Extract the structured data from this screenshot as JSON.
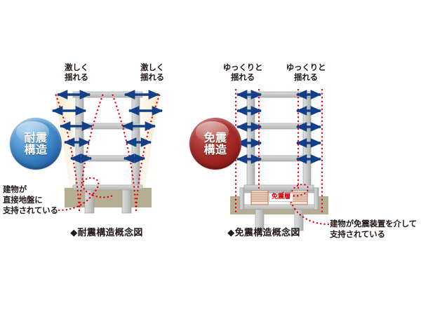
{
  "figure": {
    "title_alt": "耐震構造・免震構造 概念図",
    "background": "#ffffff"
  },
  "colors": {
    "arrow_blue": "#123f86",
    "dotted_red": "#e60012",
    "ground": "#b6ae92",
    "concrete": "#c9caca",
    "concrete_dark": "#9fa0a0",
    "sway_band": "#fbeccd",
    "badge_blue": "#2d6fb4",
    "badge_red": "#96201d",
    "text": "#231815",
    "isolator": "#e8a87c"
  },
  "left_panel": {
    "badge": {
      "label": "耐震\n構造",
      "type": "quake-resistant"
    },
    "shake_labels": [
      {
        "text": "激しく\n揺れる"
      },
      {
        "text": "激しく\n揺れる"
      }
    ],
    "note": "建物が\n直接地盤に\n支持されている",
    "caption": "◆耐震構造概念図",
    "floors": 3,
    "arrow_count": 5
  },
  "right_panel": {
    "badge": {
      "label": "免震\n構造",
      "type": "base-isolated"
    },
    "shake_labels": [
      {
        "text": "ゆっくりと\n揺れる"
      },
      {
        "text": "ゆっくりと\n揺れる"
      }
    ],
    "note": "建物が免震装置を介して\n支持されている",
    "caption": "◆免震構造概念図",
    "isolation_layer_label": "免震層",
    "floors": 3,
    "arrow_count": 10
  }
}
